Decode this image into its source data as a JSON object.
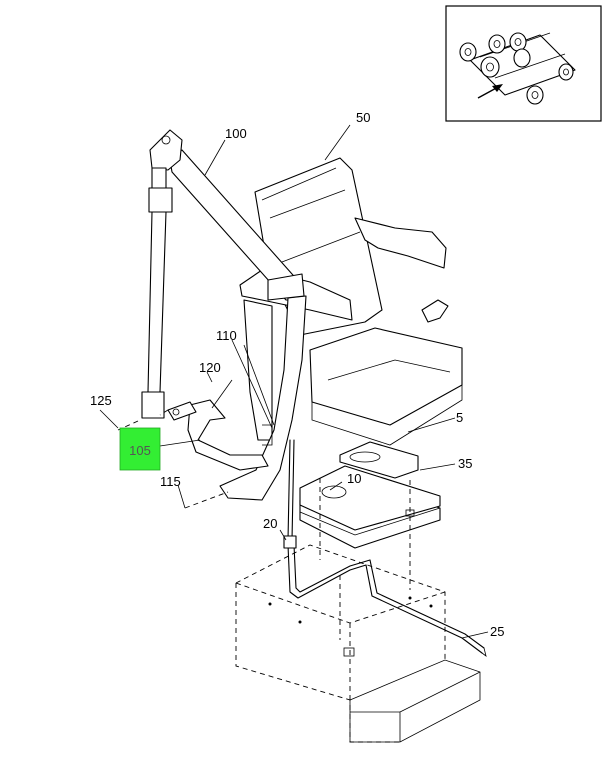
{
  "callouts": [
    {
      "id": "c100",
      "label": "100"
    },
    {
      "id": "c50",
      "label": "50"
    },
    {
      "id": "c110",
      "label": "110"
    },
    {
      "id": "c120",
      "label": "120"
    },
    {
      "id": "c125",
      "label": "125"
    },
    {
      "id": "c5",
      "label": "5"
    },
    {
      "id": "c10",
      "label": "10"
    },
    {
      "id": "c35",
      "label": "35"
    },
    {
      "id": "c115",
      "label": "115"
    },
    {
      "id": "c20",
      "label": "20"
    },
    {
      "id": "c25",
      "label": "25"
    }
  ],
  "highlight": {
    "label": "105",
    "color": "#33ee33"
  },
  "inset_icon": "truck-chassis-location-icon"
}
